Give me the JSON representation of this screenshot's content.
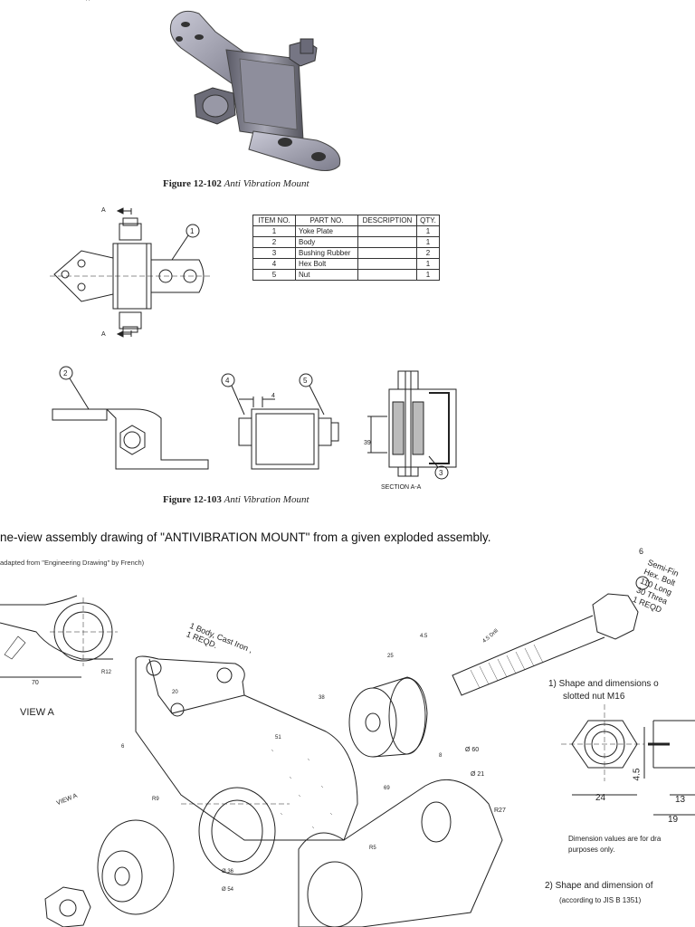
{
  "top_fragment": "' '",
  "figure1": {
    "number": "Figure 12-102",
    "title": "Anti Vibration Mount"
  },
  "figure2": {
    "number": "Figure 12-103",
    "title": "Anti Vibration Mount",
    "section_marker": "A",
    "section_label": "SECTION A-A",
    "dim_4": "4",
    "dim_39": "39",
    "balloons": [
      "1",
      "2",
      "3",
      "4",
      "5"
    ]
  },
  "bom": {
    "headers": [
      "ITEM NO.",
      "PART NO.",
      "DESCRIPTION",
      "QTY."
    ],
    "rows": [
      [
        "1",
        "Yoke Plate",
        "",
        "1"
      ],
      [
        "2",
        "Body",
        "",
        "1"
      ],
      [
        "3",
        "Bushing Rubber",
        "",
        "2"
      ],
      [
        "4",
        "Hex Bolt",
        "",
        "1"
      ],
      [
        "5",
        "Nut",
        "",
        "1"
      ]
    ]
  },
  "task": {
    "heading": "ne-view assembly drawing of \"ANTIVIBRATION  MOUNT\" from a given exploded assembly.",
    "source": "adapted from \"Engineering Drawing\" by French)"
  },
  "exploded": {
    "view_a": "VIEW  A",
    "view_a_arrow": "VIEW A",
    "dim_70": "70",
    "body_note": "Body, Cast Iron ,",
    "body_qty": "1 REQD.",
    "body_balloon": "1",
    "bolt_balloon": "6",
    "bolt_note": [
      "Semi-Fin",
      "Hex. Bolt",
      "110 Long",
      "30 Threa",
      "1 REQD"
    ],
    "drill": "4.5 Drill",
    "dims": {
      "r12": "R12",
      "d20": "20",
      "d25": "25",
      "d45": "4.5",
      "d38": "38",
      "d60": "Ø 60",
      "d21": "Ø 21",
      "r27": "R27",
      "r9": "R9",
      "d36": "Ø 36",
      "d54": "Ø 54",
      "d69": "69",
      "d8": "8",
      "d6": "6",
      "r5": "R5",
      "d51": "51"
    },
    "nut_title": "1) Shape and dimensions o",
    "nut_subtitle": "slotted nut M16",
    "nut_dims": {
      "w24": "24",
      "h45": "4.5",
      "w13": "13",
      "w19": "19"
    },
    "nut_note": "Dimension values are for dra",
    "nut_note2": "purposes only.",
    "pin_title": "2) Shape and dimension of",
    "pin_subtitle": "(according to JIS B 1351)"
  }
}
